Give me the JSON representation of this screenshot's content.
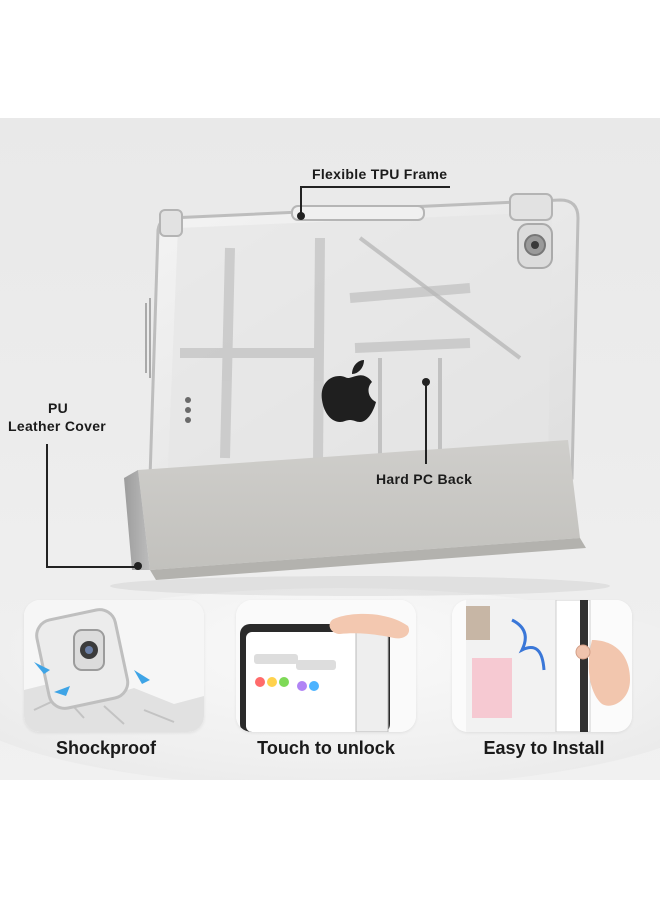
{
  "callouts": {
    "tpu_frame": "Flexible TPU Frame",
    "pu_line1": "PU",
    "pu_line2": "Leather Cover",
    "hard_pc": "Hard PC Back"
  },
  "features": [
    {
      "label": "Shockproof"
    },
    {
      "label": "Touch to unlock"
    },
    {
      "label": "Easy to Install"
    }
  ],
  "colors": {
    "background": "#ececec",
    "cover": "#c9c8c4",
    "frame": "#d6d6d6",
    "text": "#1b1b1b"
  },
  "icons": [
    "apple-logo-icon",
    "camera-icon",
    "pencil-holder-icon",
    "impact-arrow-icon",
    "finger-icon"
  ]
}
